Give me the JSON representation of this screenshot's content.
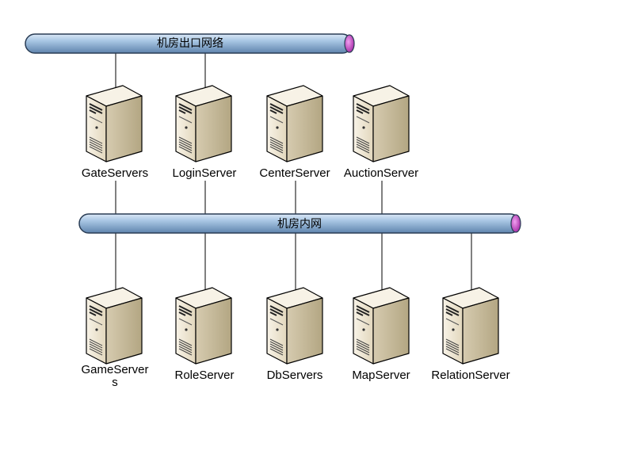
{
  "buses": {
    "external": {
      "label": "机房出口网络"
    },
    "internal": {
      "label": "机房内网"
    }
  },
  "servers": {
    "top": [
      {
        "label": "GateServers"
      },
      {
        "label": "LoginServer"
      },
      {
        "label": "CenterServer"
      },
      {
        "label": "AuctionServer"
      }
    ],
    "bottom": [
      {
        "label": "GameServer",
        "label_line2": "s"
      },
      {
        "label": "RoleServer"
      },
      {
        "label": "DbServers"
      },
      {
        "label": "MapServer"
      },
      {
        "label": "RelationServer"
      }
    ]
  },
  "colors": {
    "pipe": "#a9c7e4",
    "pipe_edge": "#2a3d55",
    "pipe_cap": "#cc33cc",
    "server_front": "#efe7d4",
    "server_side": "#cfc3a4",
    "server_top": "#f7f2e6"
  },
  "icon": "tower-server-icon"
}
